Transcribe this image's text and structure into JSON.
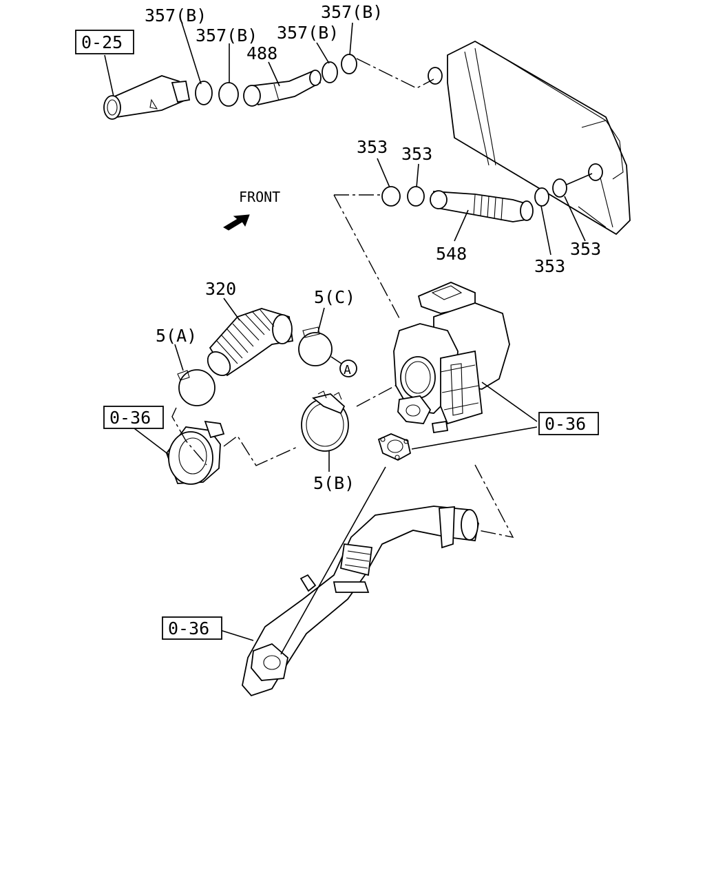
{
  "diagram": {
    "orientation_label": "FRONT",
    "reference_boxes": {
      "ref_025": "0-25",
      "ref_036_left": "0-36",
      "ref_036_right": "0-36",
      "ref_036_bottom": "0-36"
    },
    "callouts": {
      "c357b_1": "357(B)",
      "c357b_2": "357(B)",
      "c357b_3": "357(B)",
      "c357b_4": "357(B)",
      "c488": "488",
      "c353_1": "353",
      "c353_2": "353",
      "c353_3": "353",
      "c353_4": "353",
      "c548": "548",
      "c320": "320",
      "c5a": "5(A)",
      "c5b": "5(B)",
      "c5c": "5(C)",
      "circle_a": "A"
    }
  }
}
